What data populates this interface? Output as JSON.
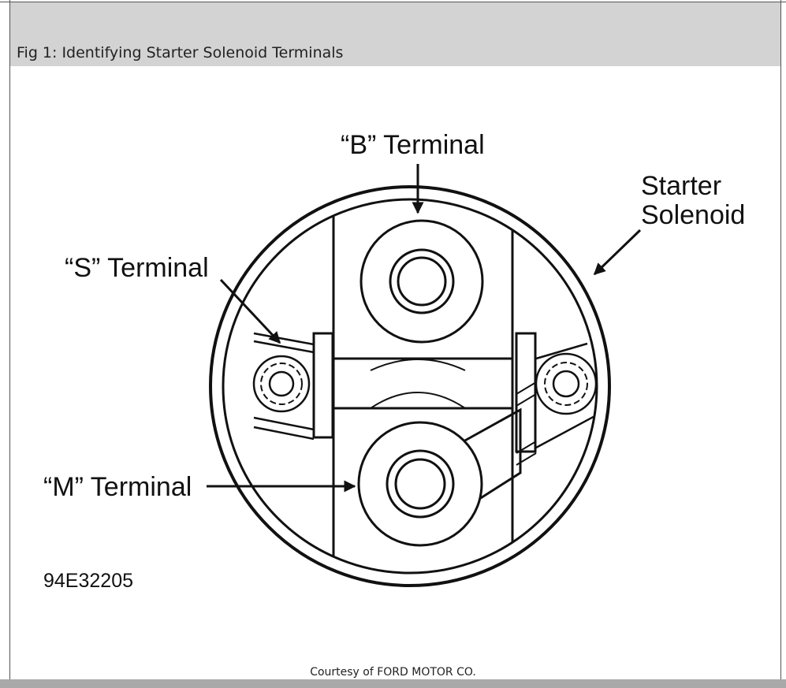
{
  "window": {
    "title": "Fig 1: Identifying Starter Solenoid Terminals"
  },
  "diagram": {
    "labels": {
      "b_terminal": "“B” Terminal",
      "starter_solenoid_line1": "Starter",
      "starter_solenoid_line2": "Solenoid",
      "s_terminal": "“S” Terminal",
      "m_terminal": "“M” Terminal",
      "figure_code": "94E32205"
    },
    "credit": "Courtesy of FORD MOTOR CO."
  }
}
